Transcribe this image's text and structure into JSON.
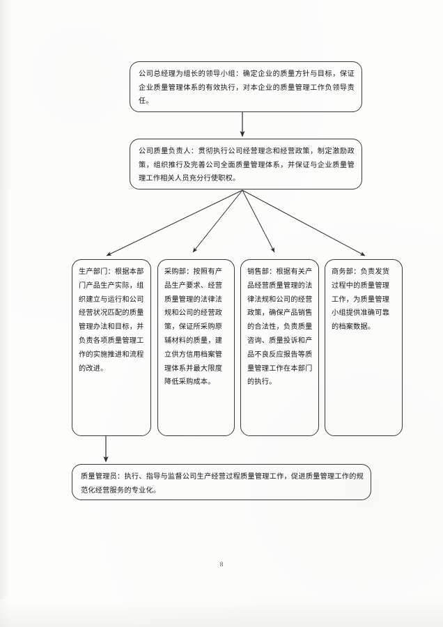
{
  "document": {
    "type": "organizational-flow-chart",
    "page_number": "8",
    "language": "zh-CN"
  },
  "diagram": {
    "title_box": {
      "label": "领导小组",
      "text": "公司总经理为组长的领导小组：确定企业的质量方针与目标，保证企业质量管理体系的有效执行，对本企业的质量管理工作负领导责任。"
    },
    "quality_officer_box": {
      "label": "公司质量负责人",
      "text": "公司质量负责人：贯彻执行公司经营理念和经营政策，制定激励政策，组织推行及完善公司全面质量管理体系，并保证与企业质量管理工作相关人员充分行使职权。"
    },
    "departments": [
      {
        "id": "production",
        "label": "生产部门",
        "text": "生产部门：根据本部门产品生产实际，组织建立与运行和公司经营状况匹配的质量管理办法和目标，并负责各项质量管理工作的实施推进和流程的改进。"
      },
      {
        "id": "purchasing",
        "label": "采购部",
        "text": "采购部：按照有产品生产要求、经营质量管理的法律法规和公司的经营政策，保证所采购原辅材料的质量，建立供方信用档案管理体系并最大限度降低采购成本。"
      },
      {
        "id": "sales",
        "label": "销售部",
        "text": "销售部：根据有关产品经营质量管理的法律法规和公司的经营政策，确保产品销售的合法性，负责质量咨询、质量投诉和产品不良反应报告等质量管理工作在本部门的执行。"
      },
      {
        "id": "business",
        "label": "商务部",
        "text": "商务部：负责发货过程中的质量管理工作，为质量管理小组提供准确可靠的档案数据。"
      }
    ],
    "quality_manager_box": {
      "label": "质量管理员",
      "text": "质量管理员：执行、指导与监督公司生产经营过程质量管理工作，促进质量管理工作的规范化经营服务的专业化。"
    },
    "connectors": [
      {
        "id": "leadership-to-officer",
        "from": "leadership",
        "to": "quality-officer",
        "style": "vertical-arrow"
      },
      {
        "id": "officer-to-production",
        "from": "quality-officer",
        "to": "production",
        "style": "fan-arrow"
      },
      {
        "id": "officer-to-purchasing",
        "from": "quality-officer",
        "to": "purchasing",
        "style": "fan-arrow"
      },
      {
        "id": "officer-to-sales",
        "from": "quality-officer",
        "to": "sales",
        "style": "fan-arrow"
      },
      {
        "id": "officer-to-business",
        "from": "quality-officer",
        "to": "business",
        "style": "fan-arrow"
      },
      {
        "id": "production-to-quality-manager",
        "from": "production",
        "to": "quality-manager",
        "style": "vertical-arrow"
      }
    ],
    "colors": {
      "stroke": "#3a3a3a",
      "text": "#15161a",
      "paper": "#fdfdfc"
    }
  }
}
